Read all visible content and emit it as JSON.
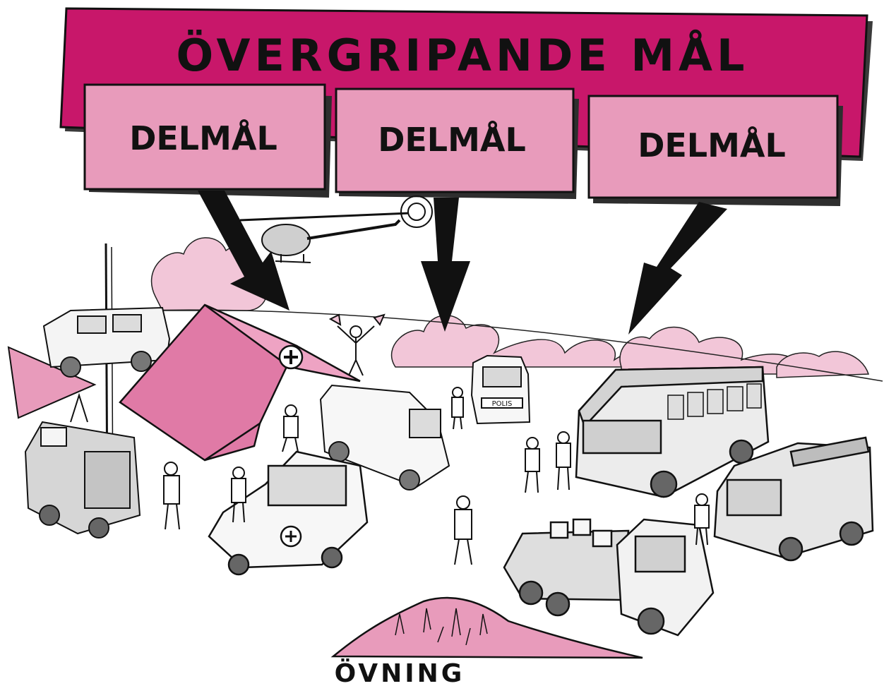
{
  "colors": {
    "magenta": "#c8176a",
    "pink": "#e89bbb",
    "light_pink": "#f2c6d8",
    "ink": "#111111",
    "gray": "#d6d6d6"
  },
  "banner": {
    "title": "ÖVERGRIPANDE MÅL"
  },
  "subgoals": [
    {
      "label": "DELMÅL"
    },
    {
      "label": "DELMÅL"
    },
    {
      "label": "DELMÅL"
    }
  ],
  "scene": {
    "ground_label": "ÖVNING",
    "police_sign": "POLIS"
  }
}
